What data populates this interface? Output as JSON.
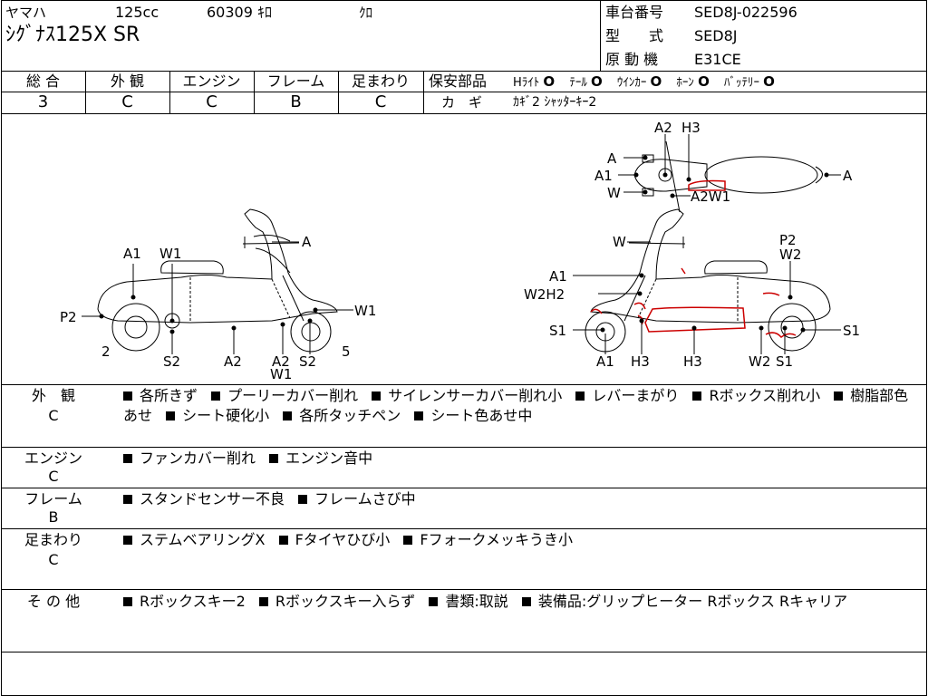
{
  "header": {
    "maker": "ヤマハ",
    "displacement": "125cc",
    "mileage": "60309 ｷﾛ",
    "color": "ｸﾛ",
    "model": "ｼｸﾞﾅｽ125X SR",
    "frame_no_label": "車台番号",
    "frame_no": "SED8J-022596",
    "model_code_label": "型　　式",
    "model_code": "SED8J",
    "engine_label": "原 動 機",
    "engine_code": "E31CE"
  },
  "grades": [
    {
      "label": "総 合",
      "value": "3"
    },
    {
      "label": "外 観",
      "value": "C"
    },
    {
      "label": "エンジン",
      "value": "C"
    },
    {
      "label": "フレーム",
      "value": "B"
    },
    {
      "label": "足まわり",
      "value": "C"
    }
  ],
  "safety": {
    "label": "保安部品",
    "items": [
      {
        "label": "Hﾗｲﾄ",
        "mark": "O"
      },
      {
        "label": "ﾃｰﾙ",
        "mark": "O"
      },
      {
        "label": "ｳｲﾝｶｰ",
        "mark": "O"
      },
      {
        "label": "ﾎｰﾝ",
        "mark": "O"
      },
      {
        "label": "ﾊﾞｯﾃﾘｰ",
        "mark": "O"
      }
    ],
    "key_label": "カ　ギ",
    "key_value": "ｶｷﾞ2 ｼｬｯﾀｰｷｰ2"
  },
  "diagram": {
    "top_view": [
      "A2",
      "H3",
      "A",
      "A1",
      "W",
      "A2W1",
      "A"
    ],
    "left_side": [
      "A",
      "A1",
      "W1",
      "P2",
      "W1",
      "2",
      "S2",
      "A2",
      "A2",
      "W1",
      "S2",
      "5"
    ],
    "right_side": [
      "W",
      "P2",
      "W2",
      "A1",
      "W2H2",
      "S1",
      "S1",
      "A1",
      "H3",
      "H3",
      "W2",
      "S1"
    ]
  },
  "sections": [
    {
      "label": "外　観",
      "grade": "C",
      "items": [
        "各所きず",
        "プーリーカバー削れ",
        "サイレンサーカバー削れ小",
        "レバーまがり",
        "Rボックス削れ小",
        "樹脂部色あせ",
        "シート硬化小",
        "各所タッチペン",
        "シート色あせ中"
      ]
    },
    {
      "label": "エンジン",
      "grade": "C",
      "items": [
        "ファンカバー削れ",
        "エンジン音中"
      ]
    },
    {
      "label": "フレーム",
      "grade": "B",
      "items": [
        "スタンドセンサー不良",
        "フレームさび中"
      ]
    },
    {
      "label": "足まわり",
      "grade": "C",
      "items": [
        "ステムベアリングX",
        "Fタイヤひび小",
        "Fフォークメッキうき小"
      ]
    },
    {
      "label": "そ の 他",
      "grade": "",
      "items": [
        "Rボックスキー2",
        "Rボックスキー入らず",
        "書類:取説",
        "装備品:グリップヒーター Rボックス Rキャリア"
      ]
    }
  ],
  "colors": {
    "damage_marks": "#cc0000",
    "lines": "#000000"
  }
}
